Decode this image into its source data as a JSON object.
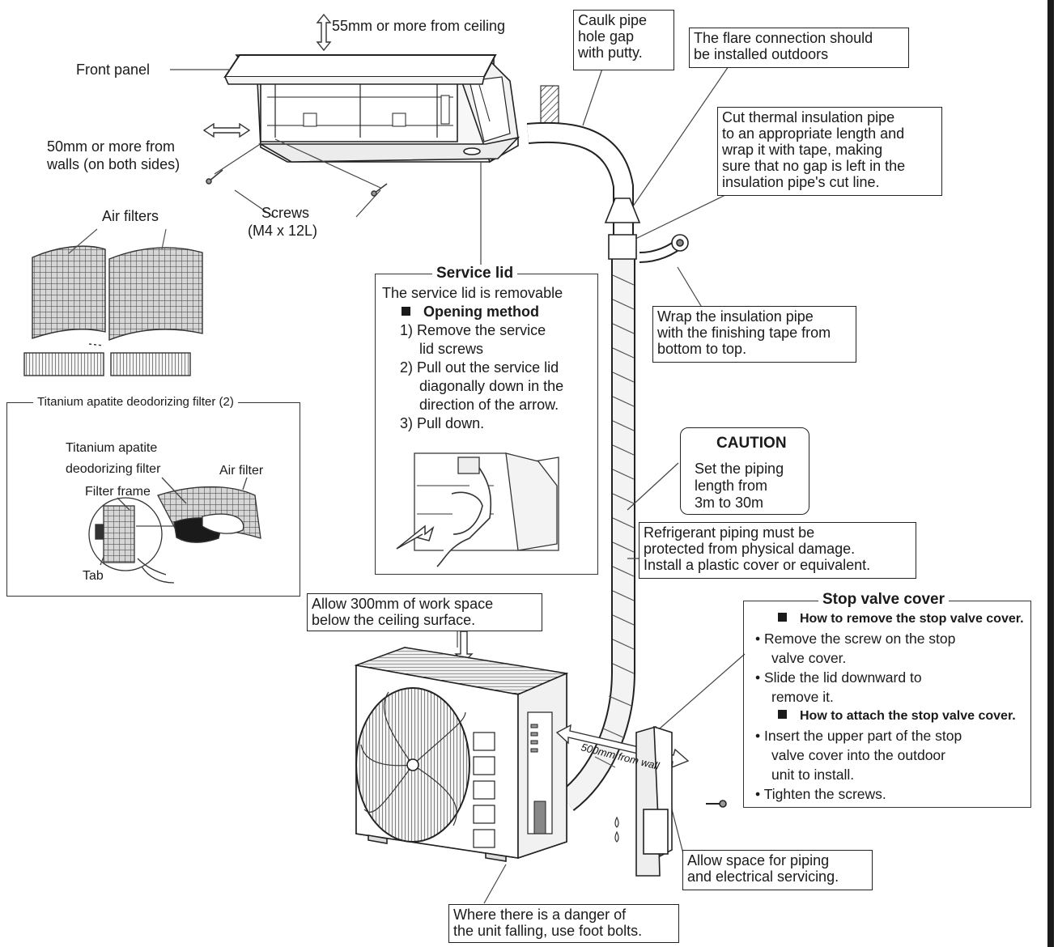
{
  "labels": {
    "ceiling_clearance": "55mm or more from ceiling",
    "front_panel": "Front panel",
    "wall_clearance_1": "50mm or more from",
    "wall_clearance_2": "walls (on both sides)",
    "screws_1": "Screws",
    "screws_2": "(M4 x 12L)",
    "air_filters": "Air filters",
    "distance_from_wall": "500mm from wall"
  },
  "callouts": {
    "caulk": [
      "Caulk pipe",
      "hole gap",
      "with putty."
    ],
    "flare": [
      "The flare connection should",
      "be installed outdoors"
    ],
    "cut_insulation": [
      "Cut thermal insulation pipe",
      "to an appropriate length and",
      "wrap it with tape, making",
      "sure that no gap is left in the",
      "insulation pipe's cut line."
    ],
    "wrap": [
      "Wrap the insulation pipe",
      "with the finishing tape from",
      "bottom to top."
    ],
    "refrigerant": [
      "Refrigerant piping must be",
      "protected from physical damage.",
      "Install a plastic cover or equivalent."
    ],
    "work_space": [
      "Allow 300mm of work space",
      "below the ceiling surface."
    ],
    "piping_space": [
      "Allow space for piping",
      "and electrical servicing."
    ],
    "foot_bolts": [
      "Where there is a danger of",
      "the unit falling, use foot bolts."
    ]
  },
  "caution": {
    "title": "CAUTION",
    "lines": [
      "Set the piping",
      "length from",
      "3m to 30m"
    ]
  },
  "service_lid": {
    "title": "Service lid",
    "intro": "The service lid is removable",
    "method_title": "Opening method",
    "steps": [
      {
        "num": "1)",
        "lines": [
          "Remove the service",
          "lid screws"
        ]
      },
      {
        "num": "2)",
        "lines": [
          "Pull out the service lid",
          "diagonally down in the",
          "direction of the arrow."
        ]
      },
      {
        "num": "3)",
        "lines": [
          "Pull down."
        ]
      }
    ]
  },
  "deodorizing": {
    "title": "Titanium apatite deodorizing filter (2)",
    "filter_label_1": "Titanium apatite",
    "filter_label_2": "deodorizing filter",
    "air_filter": "Air filter",
    "filter_frame": "Filter frame",
    "tab": "Tab"
  },
  "stop_valve": {
    "title": "Stop valve cover",
    "remove_title": "How to remove the stop valve cover.",
    "remove_items": [
      [
        "Remove the screw on the stop",
        "valve cover."
      ],
      [
        "Slide the lid downward to",
        "remove it."
      ]
    ],
    "attach_title": "How to attach the stop valve cover.",
    "attach_items": [
      [
        "Insert the upper part of the stop",
        "valve cover into the outdoor",
        "unit to install."
      ],
      [
        "Tighten the screws."
      ]
    ]
  },
  "colors": {
    "ink": "#1a1a1a",
    "paper": "#ffffff",
    "shade": "#bdbdbd"
  }
}
